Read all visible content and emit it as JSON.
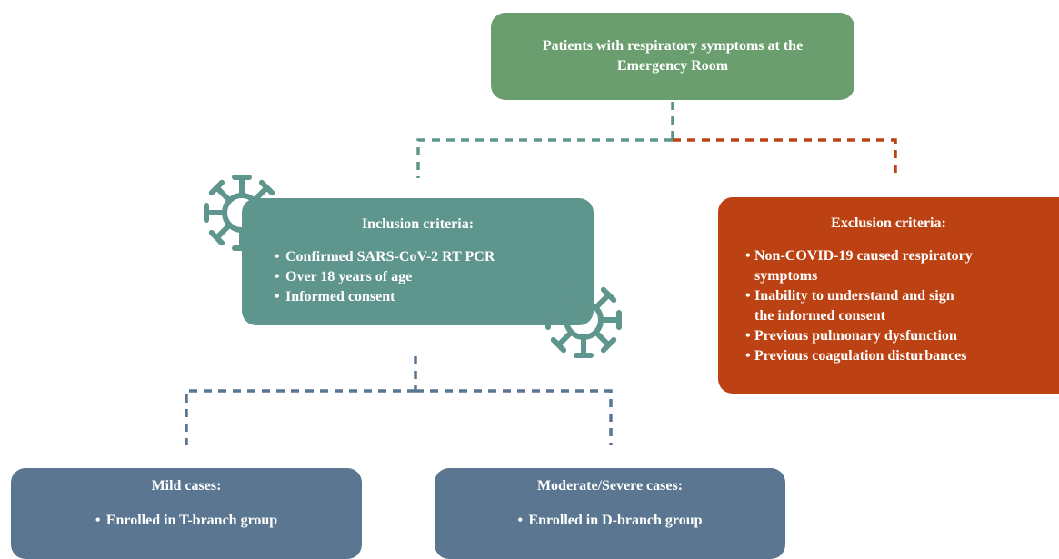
{
  "start": {
    "title_line1": "Patients with respiratory symptoms at the",
    "title_line2": "Emergency Room"
  },
  "inclusion": {
    "title": "Inclusion criteria:",
    "items": [
      "Confirmed SARS-CoV-2 RT PCR",
      "Over 18 years of age",
      "Informed consent"
    ]
  },
  "exclusion": {
    "title": "Exclusion criteria:",
    "items": [
      [
        "Non-COVID-19 caused respiratory",
        "symptoms"
      ],
      [
        "Inability to understand and sign",
        "the informed consent"
      ],
      [
        "Previous pulmonary dysfunction"
      ],
      [
        "Previous coagulation disturbances"
      ]
    ]
  },
  "mild": {
    "title": "Mild cases:",
    "items": [
      "Enrolled in T-branch group"
    ]
  },
  "moderate": {
    "title": "Moderate/Severe cases:",
    "items": [
      "Enrolled in D-branch group"
    ]
  },
  "colors": {
    "start": "#6a9e6e",
    "inclusion": "#5e958c",
    "exclusion": "#bd4213",
    "outcome": "#5a7690",
    "connector_teal": "#5e958c",
    "connector_red": "#bd4213",
    "connector_blue": "#5a7690"
  },
  "icons": [
    "virus-icon",
    "virus-icon"
  ]
}
